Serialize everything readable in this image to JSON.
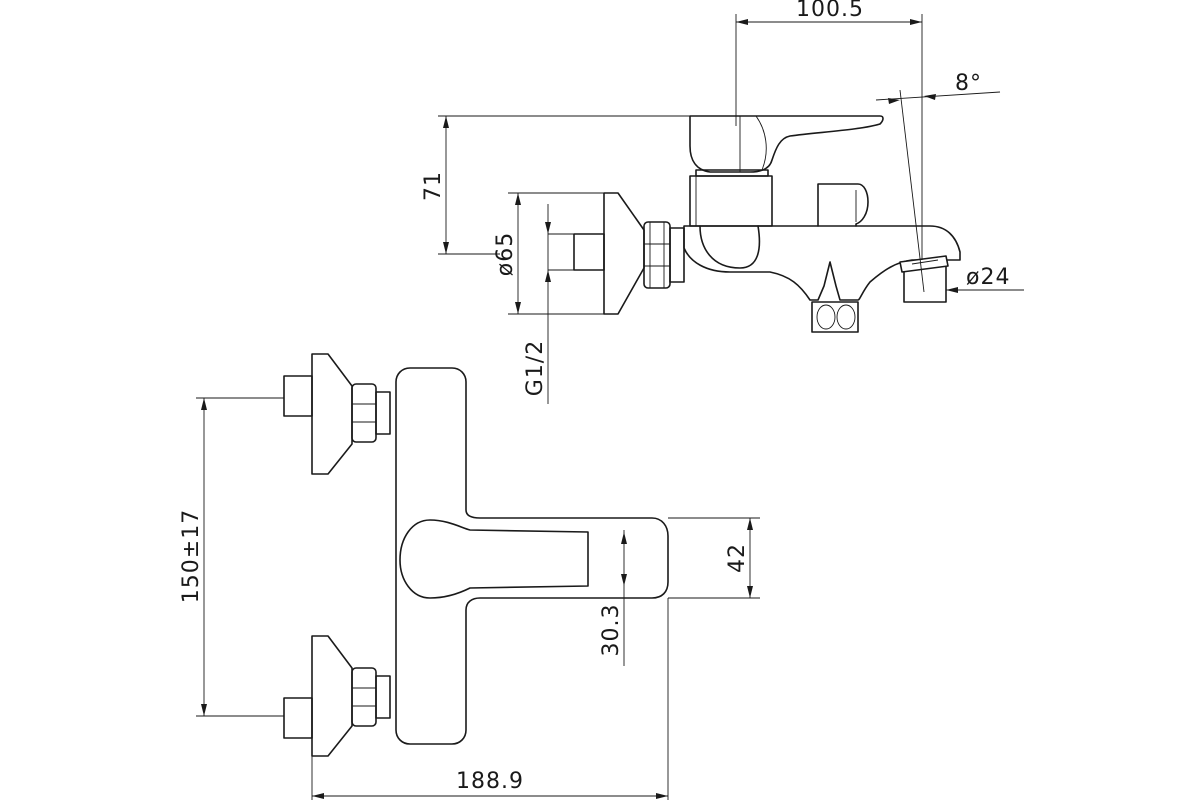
{
  "dimensions": {
    "top_width": "100.5",
    "angle": "8°",
    "height": "71",
    "flange_diameter": "ø65",
    "thread": "G1/2",
    "outlet_diameter": "ø24",
    "centers": "150±17",
    "handle_height": "42",
    "handle_offset": "30.3",
    "overall_width": "188.9"
  }
}
